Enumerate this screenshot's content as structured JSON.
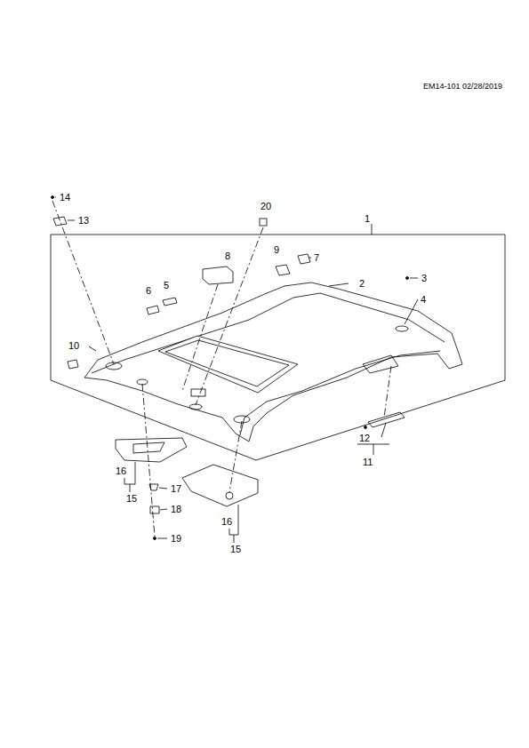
{
  "diagram": {
    "labels": [
      "EM14-101 02/28/2019",
      "14",
      "13",
      "20",
      "1",
      "8",
      "9",
      "7",
      "3",
      "2",
      "4",
      "5",
      "6",
      "10",
      "12",
      "11",
      "16",
      "15",
      "17",
      "18",
      "19",
      "16",
      "15"
    ]
  }
}
